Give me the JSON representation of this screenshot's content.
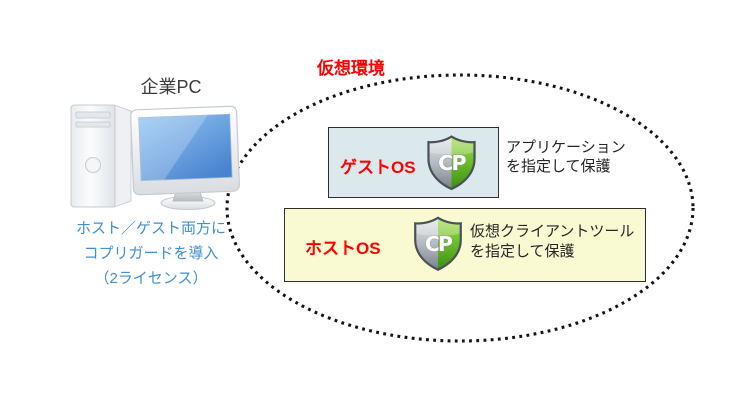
{
  "pc": {
    "title": "企業PC",
    "caption_lines": [
      "ホスト／ゲスト両方に",
      "コプリガードを導入",
      "（2ライセンス）"
    ],
    "caption_color": "#3f90d4"
  },
  "virtual_env": {
    "label": "仮想環境",
    "label_color": "#ff0000",
    "border_style": "dotted-ellipse",
    "border_color": "#141414"
  },
  "guest_os": {
    "label": "ゲストOS",
    "label_color": "#ff0000",
    "bg_color": "#dbe9ed",
    "desc_lines": [
      "アプリケーション",
      "を指定して保護"
    ]
  },
  "host_os": {
    "label": "ホストOS",
    "label_color": "#ff0000",
    "bg_color": "#fafad2",
    "desc_lines": [
      "仮想クライアントツール",
      "を指定して保護"
    ]
  },
  "shield": {
    "letters": "CP",
    "left_color": "#8f979f",
    "right_color": "#58a81f"
  }
}
